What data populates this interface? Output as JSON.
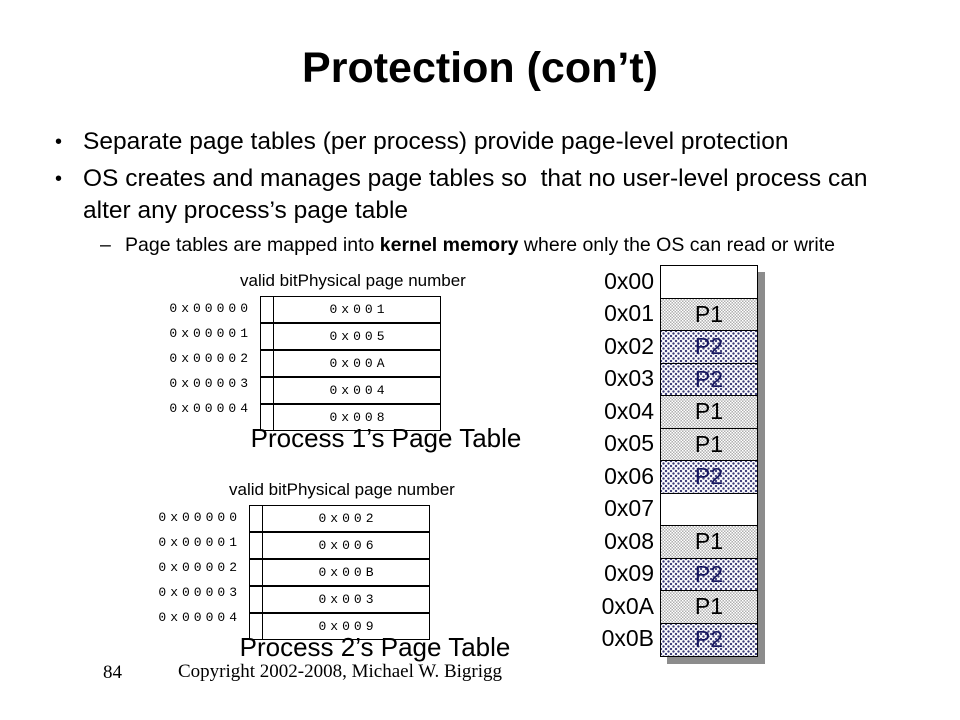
{
  "title": "Protection (con’t)",
  "chars": {
    "bullet": "•",
    "dash": "–"
  },
  "bullets": [
    "Separate page tables (per process) provide page-level protection",
    "OS creates and manages page tables so  that no user-level process can alter any process’s page table"
  ],
  "sub_bullet": {
    "before_bold": "Page tables are mapped into ",
    "bold": "kernel memory",
    "after_bold": " where only the OS can read or write"
  },
  "page_table_header": {
    "valid": "valid bit",
    "ppn": "Physical page number"
  },
  "page_tables": [
    {
      "caption": "Process 1’s Page Table",
      "rows": [
        {
          "index": "0x00000",
          "valid": "",
          "ppn": "0x001"
        },
        {
          "index": "0x00001",
          "valid": "",
          "ppn": "0x005"
        },
        {
          "index": "0x00002",
          "valid": "",
          "ppn": "0x00A"
        },
        {
          "index": "0x00003",
          "valid": "",
          "ppn": "0x004"
        },
        {
          "index": "0x00004",
          "valid": "",
          "ppn": "0x008"
        }
      ]
    },
    {
      "caption": "Process 2’s Page Table",
      "rows": [
        {
          "index": "0x00000",
          "valid": "",
          "ppn": "0x002"
        },
        {
          "index": "0x00001",
          "valid": "",
          "ppn": "0x006"
        },
        {
          "index": "0x00002",
          "valid": "",
          "ppn": "0x00B"
        },
        {
          "index": "0x00003",
          "valid": "",
          "ppn": "0x003"
        },
        {
          "index": "0x00004",
          "valid": "",
          "ppn": "0x009"
        }
      ]
    }
  ],
  "physical_memory": {
    "rows": [
      {
        "address": "0x00",
        "owner": ""
      },
      {
        "address": "0x01",
        "owner": "P1"
      },
      {
        "address": "0x02",
        "owner": "P2"
      },
      {
        "address": "0x03",
        "owner": "P2"
      },
      {
        "address": "0x04",
        "owner": "P1"
      },
      {
        "address": "0x05",
        "owner": "P1"
      },
      {
        "address": "0x06",
        "owner": "P2"
      },
      {
        "address": "0x07",
        "owner": ""
      },
      {
        "address": "0x08",
        "owner": "P1"
      },
      {
        "address": "0x09",
        "owner": "P2"
      },
      {
        "address": "0x0A",
        "owner": "P1"
      },
      {
        "address": "0x0B",
        "owner": "P2"
      }
    ]
  },
  "footer": {
    "page_number": "84",
    "copyright": "Copyright 2002-2008, Michael W. Bigrigg"
  },
  "colors": {
    "background": "#ffffff",
    "text": "#000000",
    "p1_pattern_gray": "#b0b0b0",
    "p2_dot_navy": "#3c3c78",
    "p2_text": "#181860",
    "shadow_gray": "#8c8c8c"
  }
}
